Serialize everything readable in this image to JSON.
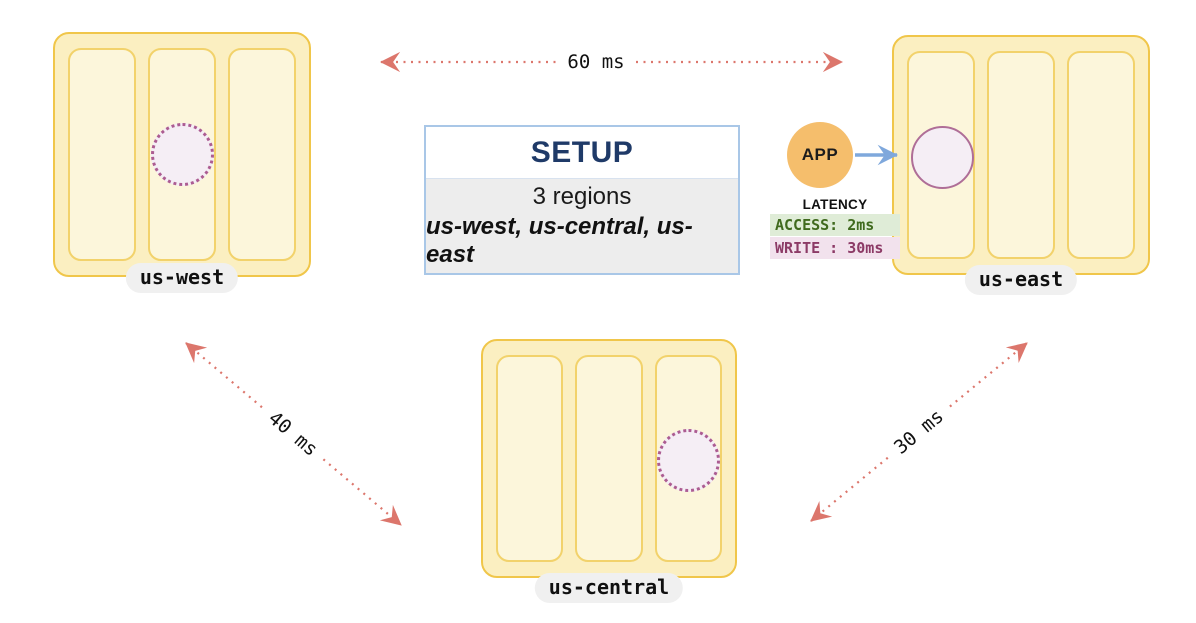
{
  "diagram": {
    "setup": {
      "title": "SETUP",
      "subtitle": "3 regions",
      "regions_list": "us-west, us-central, us-east"
    },
    "regions": [
      {
        "label": "us-west",
        "replica_style": "dotted"
      },
      {
        "label": "us-central",
        "replica_style": "dotted"
      },
      {
        "label": "us-east",
        "replica_style": "solid"
      }
    ],
    "app": {
      "label": "APP"
    },
    "latency": {
      "title": "LATENCY",
      "access": "ACCESS: 2ms",
      "write": "WRITE : 30ms"
    },
    "links": [
      {
        "between": "us-west and us-east",
        "label": "60 ms"
      },
      {
        "between": "us-west and us-central",
        "label": "40 ms"
      },
      {
        "between": "us-central and us-east",
        "label": "30 ms"
      }
    ],
    "colors": {
      "region_fill": "#FBEFC1",
      "region_border": "#F0C64A",
      "column_fill": "#FCF6DB",
      "column_border": "#F2D26B",
      "latency_arrow": "#DC766C",
      "app_arrow": "#7FA8DC",
      "app_fill": "#F5BE6C",
      "replica_fill": "#F5EEF5",
      "replica_border": "#AC5C92",
      "access_bg": "#DFECD7",
      "access_text": "#406A1E",
      "write_bg": "#F2E2ED",
      "write_text": "#8C3A66",
      "setup_title_text": "#1F3A68",
      "setup_border": "#A9C7E7",
      "setup_body_bg": "#EDEDED",
      "label_pill_bg": "#F0F0F0"
    }
  }
}
